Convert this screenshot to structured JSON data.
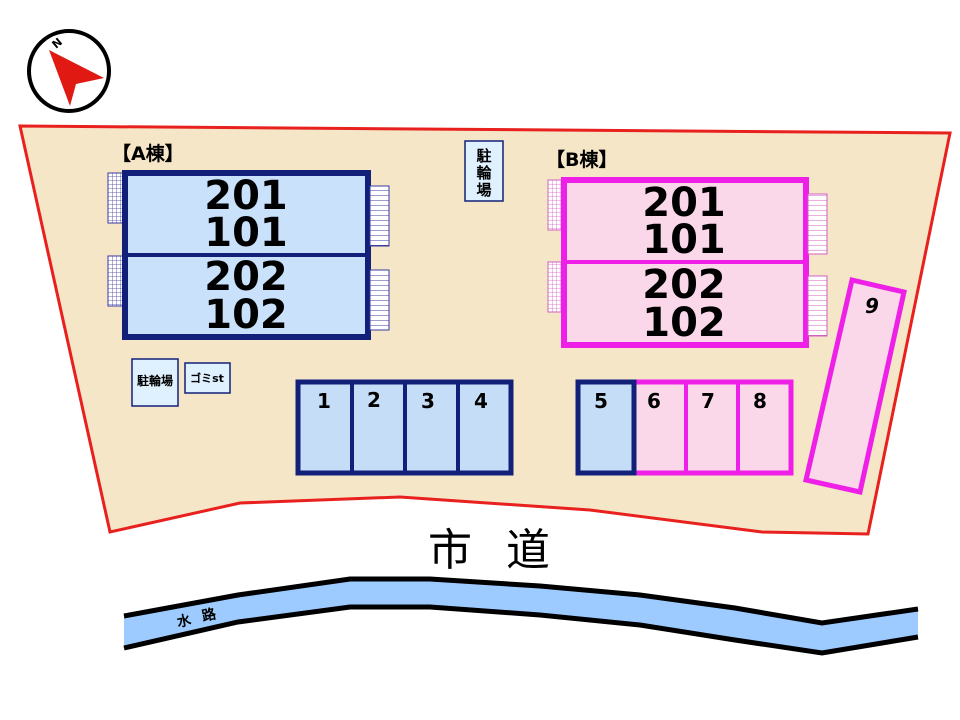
{
  "compass": {
    "north_label": "N"
  },
  "buildings": [
    {
      "id": "A",
      "label": "【A棟】",
      "units": [
        {
          "upper": "201",
          "lower": "101"
        },
        {
          "upper": "202",
          "lower": "102"
        }
      ]
    },
    {
      "id": "B",
      "label": "【B棟】",
      "units": [
        {
          "upper": "201",
          "lower": "101"
        },
        {
          "upper": "202",
          "lower": "102"
        }
      ]
    }
  ],
  "bike_parking_vertical": [
    "駐",
    "輪",
    "場"
  ],
  "bike_parking_label": "駐輪場",
  "garbage_label": "ゴミst",
  "parking_spaces": [
    "1",
    "2",
    "3",
    "4",
    "5",
    "6",
    "7",
    "8",
    "9"
  ],
  "road_label": "市 道",
  "waterway_label": [
    "水",
    "路"
  ],
  "colors": {
    "site_fill": "#f5e6c8",
    "site_border": "#e8201e",
    "building_a_border": "#12207a",
    "building_a_fill": "#c9e1fb",
    "building_b_border": "#ee1fe6",
    "building_b_fill": "#fbd7ea",
    "parking_blue_fill": "#c6ddf7",
    "parking_pink_fill": "#fbd7ea",
    "water": "#9ecbff",
    "compass_red": "#e01a12"
  }
}
